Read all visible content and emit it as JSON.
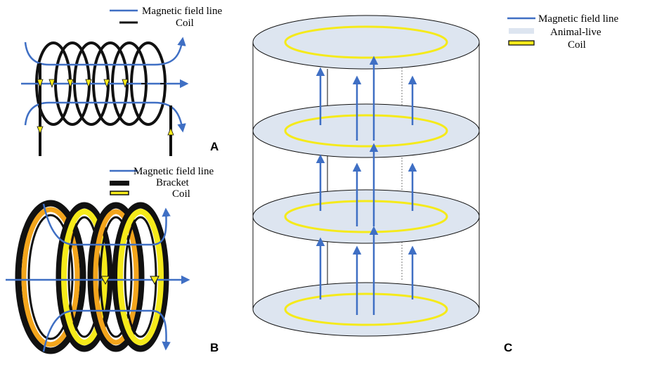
{
  "panels": {
    "a": {
      "letter": "A",
      "legend": [
        "Magnetic field line",
        "Coil"
      ]
    },
    "b": {
      "letter": "B",
      "legend": [
        "Magnetic field line",
        "Bracket",
        "Coil"
      ]
    },
    "c": {
      "letter": "C",
      "legend": [
        "Magnetic field line",
        "Animal-live",
        "Coil"
      ],
      "levels": 4
    }
  },
  "colors": {
    "field_line": "#3f6fc4",
    "coil_wire": "#111111",
    "coil_yellow": "#f5ea1a",
    "coil_orange": "#f3a51c",
    "bracket": "#111111",
    "platform": "#dde5f0",
    "arrow_marker": "#f5ea1a"
  },
  "icons": {
    "field_line": "blue-arrow-line",
    "coil": "black-helix",
    "bracket": "black-ring",
    "platform": "light-blue-disc"
  }
}
